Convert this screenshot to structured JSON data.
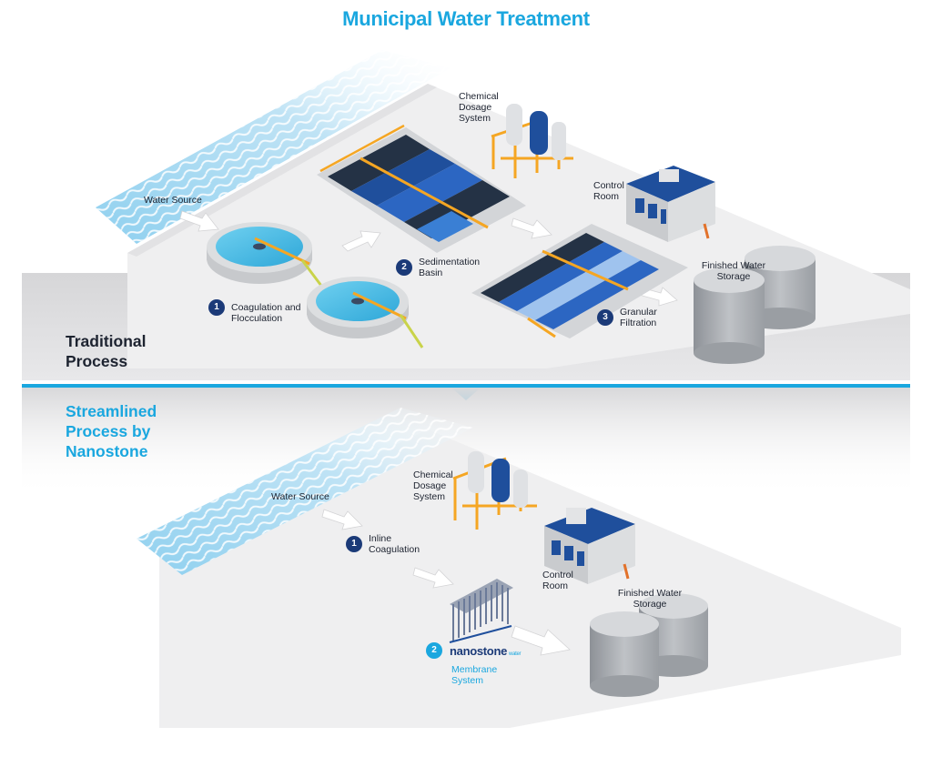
{
  "title": "Municipal Water Treatment",
  "traditional": {
    "heading_line1": "Traditional",
    "heading_line2": "Process",
    "water_source": "Water Source",
    "chemical_line1": "Chemical",
    "chemical_line2": "Dosage",
    "chemical_line3": "System",
    "control_line1": "Control",
    "control_line2": "Room",
    "storage_line1": "Finished Water",
    "storage_line2": "Storage",
    "steps": [
      {
        "number": "1",
        "line1": "Coagulation and",
        "line2": "Flocculation"
      },
      {
        "number": "2",
        "line1": "Sedimentation",
        "line2": "Basin"
      },
      {
        "number": "3",
        "line1": "Granular",
        "line2": "Filtration"
      }
    ]
  },
  "streamlined": {
    "heading_line1": "Streamlined",
    "heading_line2": "Process by",
    "heading_line3": "Nanostone",
    "water_source": "Water Source",
    "chemical_line1": "Chemical",
    "chemical_line2": "Dosage",
    "chemical_line3": "System",
    "control_line1": "Control",
    "control_line2": "Room",
    "storage_line1": "Finished Water",
    "storage_line2": "Storage",
    "brand_name": "nanostone",
    "brand_suffix": "water",
    "steps": [
      {
        "number": "1",
        "line1": "Inline",
        "line2": "Coagulation"
      },
      {
        "number": "2",
        "line1": "Membrane",
        "line2": "System"
      }
    ]
  },
  "colors": {
    "accent": "#1aa7df",
    "navy": "#1b3a78",
    "pipe": "#f5a623",
    "platform": "#eeeeef",
    "band": "#d9d9db"
  }
}
